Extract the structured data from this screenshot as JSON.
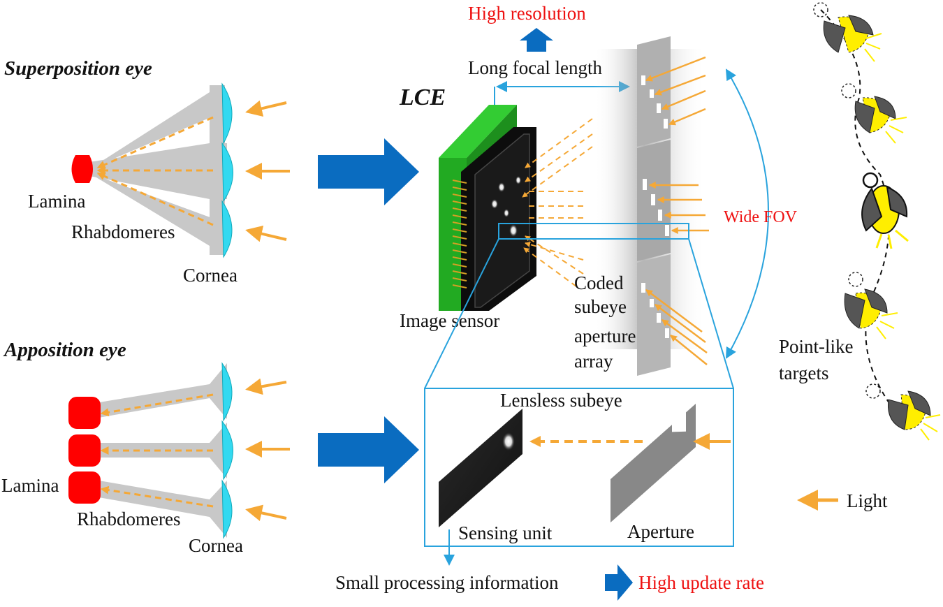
{
  "labels": {
    "superposition_eye": "Superposition eye",
    "apposition_eye": "Apposition eye",
    "lamina_top": "Lamina",
    "rhabdomeres_top": "Rhabdomeres",
    "cornea_top": "Cornea",
    "lamina_bottom": "Lamina",
    "rhabdomeres_bottom": "Rhabdomeres",
    "cornea_bottom": "Cornea",
    "lce": "LCE",
    "high_resolution": "High resolution",
    "long_focal_length": "Long focal length",
    "image_sensor": "Image sensor",
    "coded_line1": "Coded",
    "coded_line2": "subeye",
    "coded_line3": "aperture",
    "coded_line4": "array",
    "wide_fov": "Wide FOV",
    "point_like_line1": "Point-like",
    "point_like_line2": "targets",
    "lensless_subeye": "Lensless  subeye",
    "sensing_unit": "Sensing unit",
    "aperture": "Aperture",
    "light": "Light",
    "small_processing": "Small processing information",
    "high_update_rate": "High update rate"
  },
  "colors": {
    "light_arrow": "#f5a836",
    "big_arrow": "#0a6cc0",
    "guide_line": "#29a3dd",
    "cornea": "#33d9f0",
    "lamina": "#ff0000",
    "rhabdomere": "#c8c8c8",
    "emphasis_red": "#ee1111",
    "sensor_board": "#22bb22",
    "firefly_glow": "#ffee00"
  }
}
